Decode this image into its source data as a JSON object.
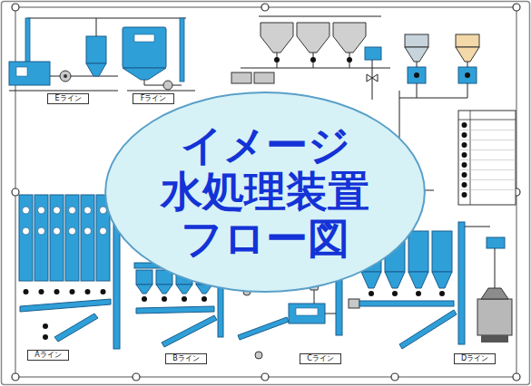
{
  "diagram": {
    "nodes": [
      {
        "text": [
          "Eライン"
        ]
      },
      {
        "text": [
          "Fライン"
        ]
      },
      {
        "text": [
          "イメージ 水処理装置 フロー図"
        ]
      },
      {
        "text": [
          "Aライン"
        ]
      },
      {
        "text": [
          "Bライン"
        ]
      },
      {
        "text": [
          "Cライン"
        ]
      },
      {
        "text": [
          "Dライン"
        ]
      }
    ]
  }
}
